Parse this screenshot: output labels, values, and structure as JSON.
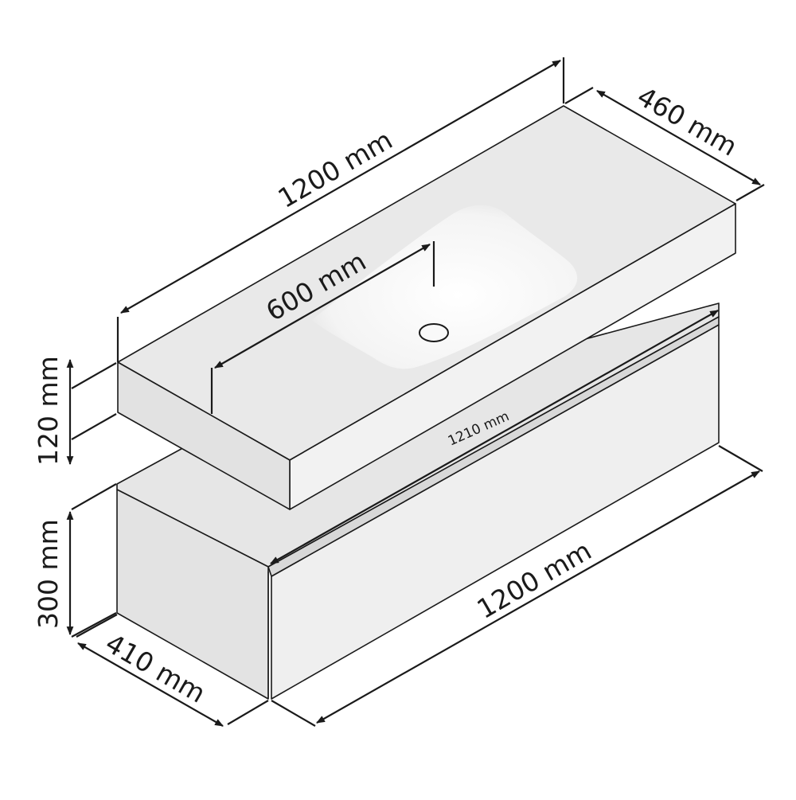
{
  "dimensions": {
    "top_length": "1200 mm",
    "top_depth": "460 mm",
    "basin_length": "600 mm",
    "top_thickness": "120 mm",
    "cabinet_top_length": "1210 mm",
    "cabinet_height": "300 mm",
    "cabinet_depth": "410 mm",
    "cabinet_length": "1200 mm"
  },
  "colors": {
    "outline": "#1a1a1a",
    "top_surface": "#e9e9e9",
    "top_front": "#f2f2f2",
    "top_side": "#e2e2e2",
    "basin": "#f7f7f7",
    "cabinet_top": "#e6e6e6",
    "cabinet_front": "#efefef",
    "cabinet_side": "#e3e3e3"
  }
}
